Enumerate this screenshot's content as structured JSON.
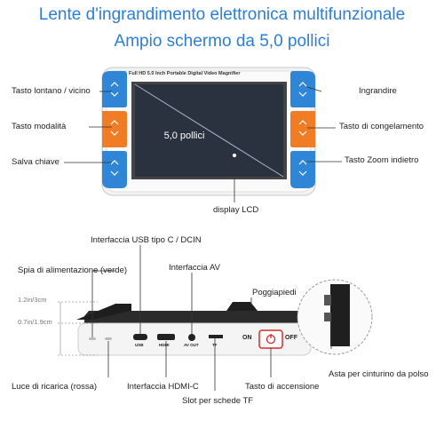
{
  "header": {
    "title": "Lente d'ingrandimento elettronica multifunzionale",
    "subtitle": "Ampio schermo da 5,0 pollici"
  },
  "device_front": {
    "model_text": "Full HD 5.0 Inch Portable Digital Video Magnifier",
    "screen_size": "5,0 pollici",
    "labels": {
      "distance": "Tasto lontano / vicino",
      "mode": "Tasto modalità",
      "save": "Salva chiave",
      "zoom_in": "Ingrandire",
      "freeze": "Tasto di congelamento",
      "zoom_back": "Tasto Zoom indietro",
      "lcd": "display LCD"
    }
  },
  "device_bottom": {
    "labels": {
      "usb": "Interfaccia USB tipo C / DCIN",
      "power_led": "Spia di alimentazione (verde)",
      "av": "Interfaccia AV",
      "feet": "Poggiapiedi",
      "charge_led": "Luce di ricarica (rossa)",
      "hdmi": "Interfaccia HDMI-C",
      "power_key": "Tasto di accensione",
      "tf": "Slot per schede TF",
      "strap": "Asta per cinturino da polso"
    },
    "dimensions": {
      "height_1": "1.2in/3cm",
      "height_2": "0.7in/1.9cm"
    },
    "port_labels": {
      "usb": "USB",
      "hdmi": "HDMI",
      "av": "AV OUT",
      "tf": "TF"
    },
    "switch": {
      "on": "ON",
      "off": "OFF"
    }
  },
  "colors": {
    "accent_blue": "#2d7fd3",
    "button_orange": "#f07c26",
    "button_blue": "#2f86d6",
    "power_red": "#d62a2a"
  }
}
